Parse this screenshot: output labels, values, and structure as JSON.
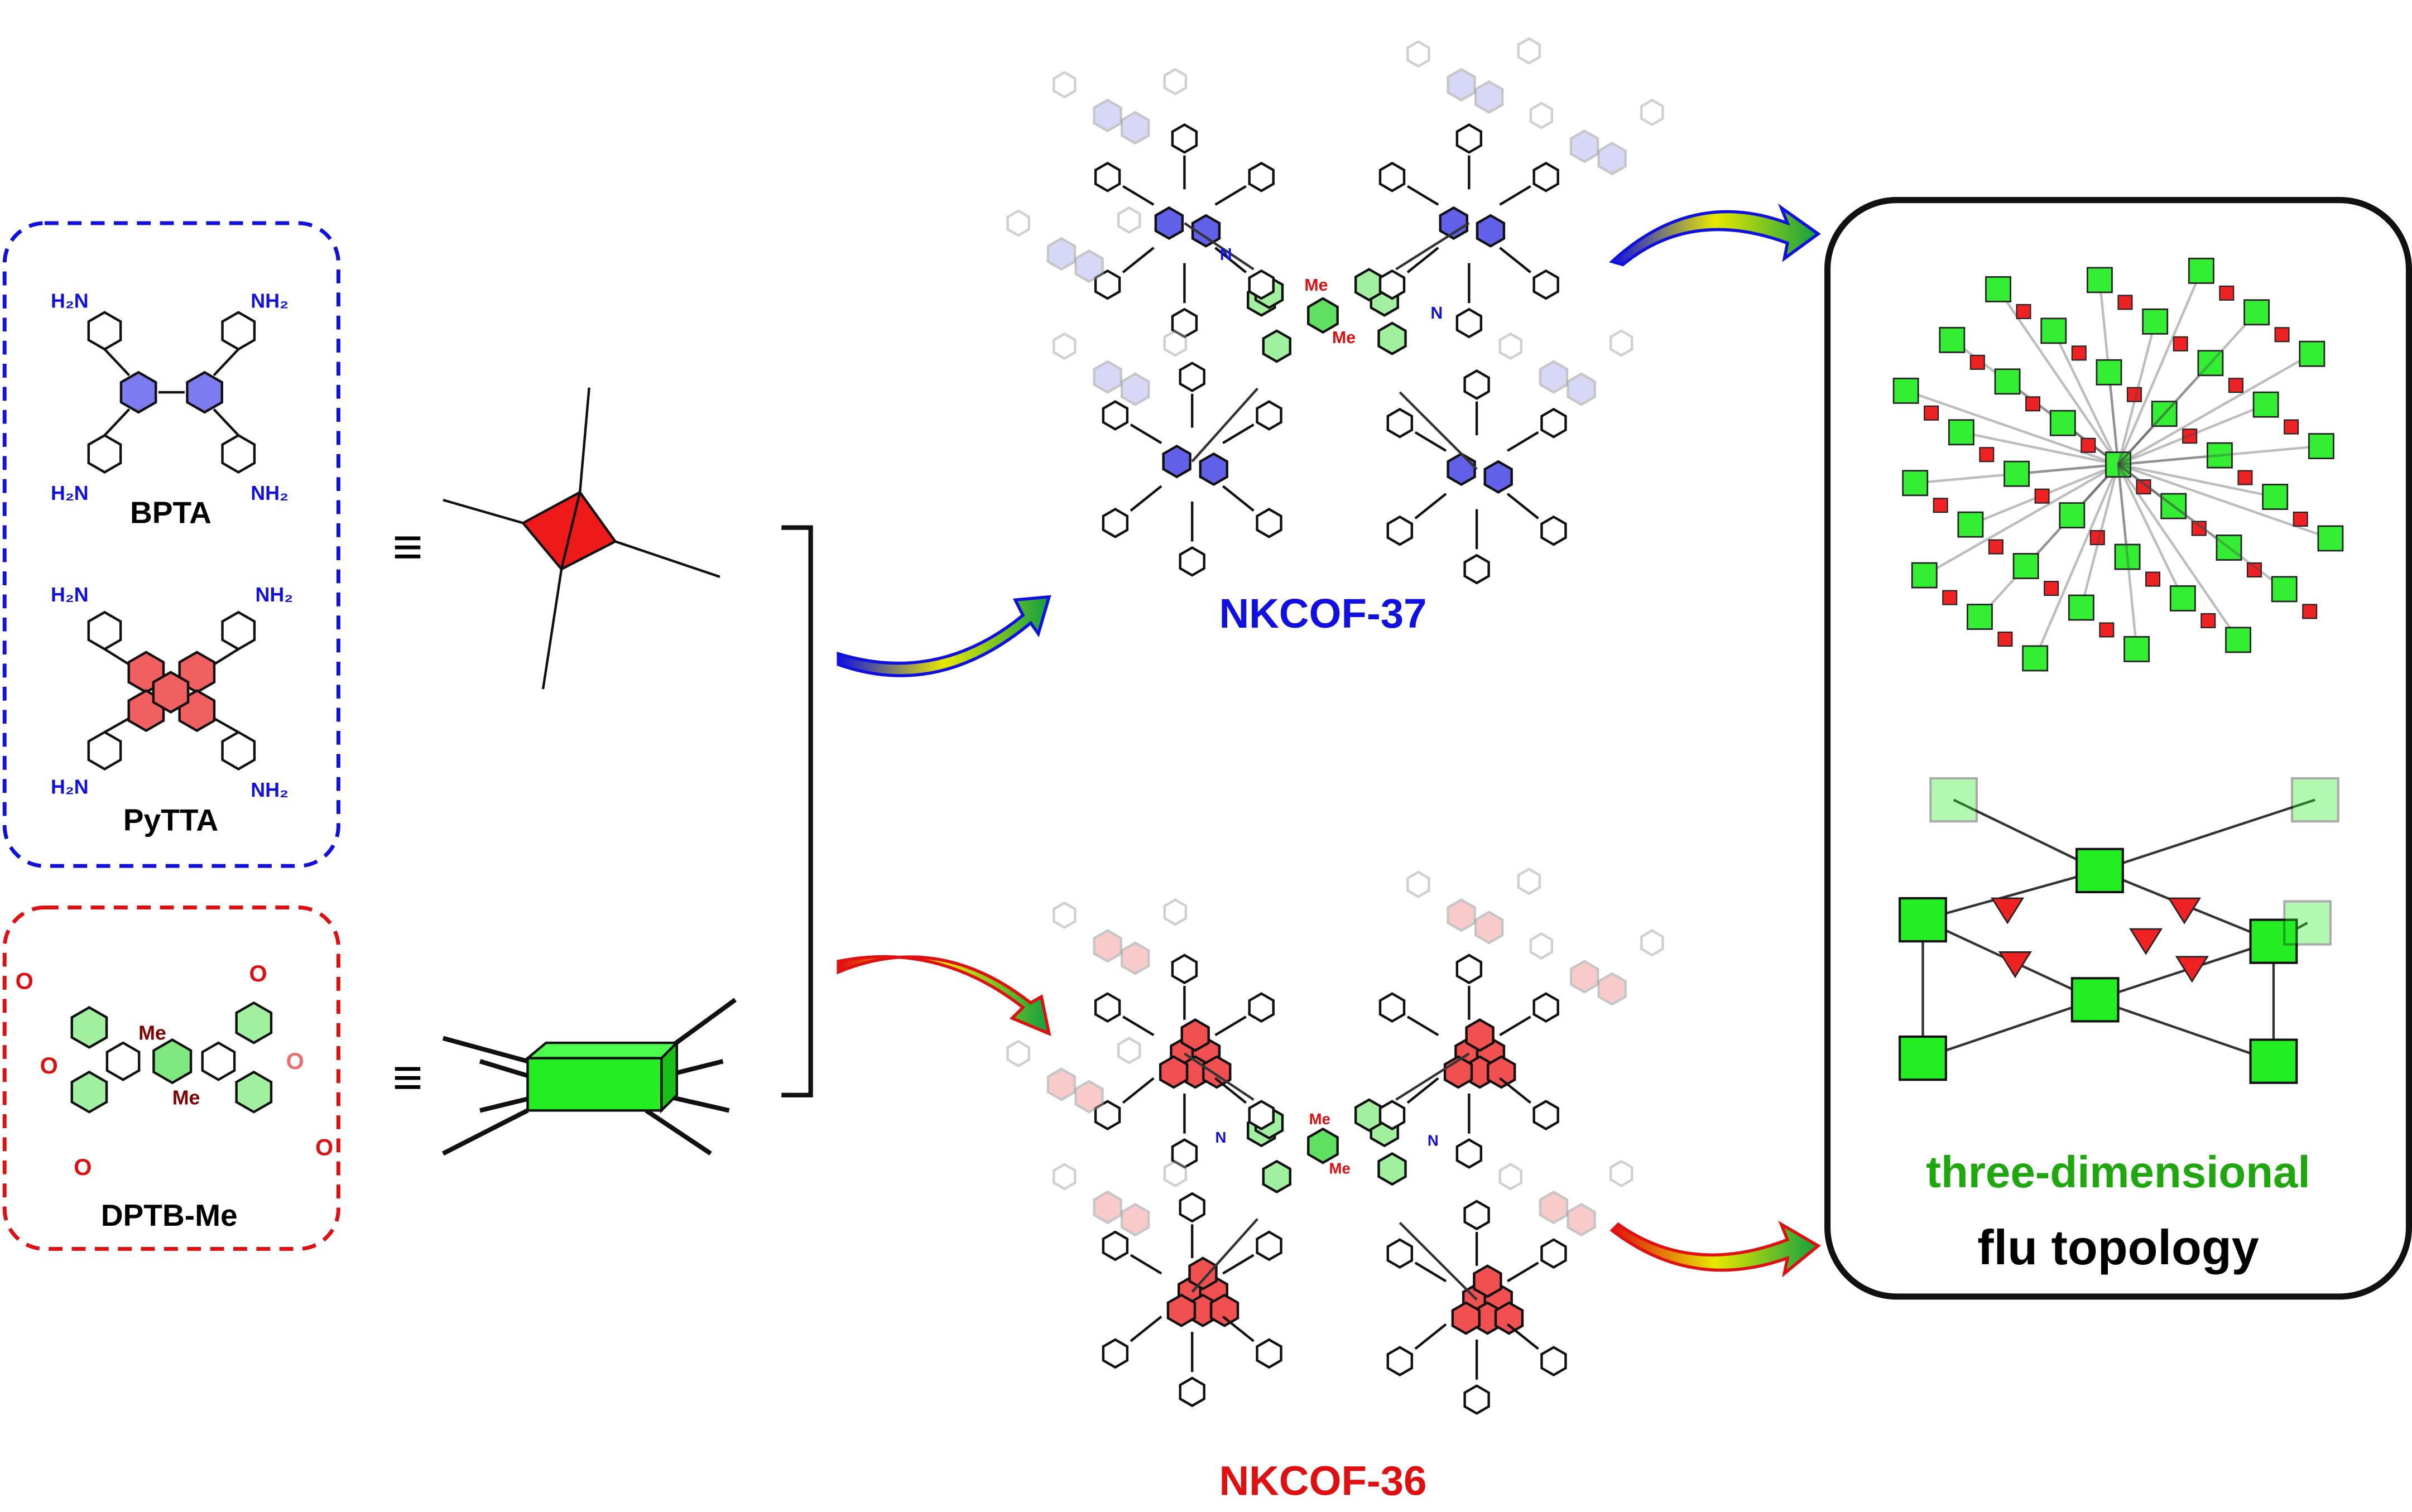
{
  "monomers": {
    "bpta": {
      "label": "BPTA",
      "amine_left": "H₂N",
      "amine_right": "NH₂"
    },
    "pytta": {
      "label": "PyTTA",
      "amine_left": "H₂N",
      "amine_right": "NH₂"
    },
    "dptb": {
      "label": "DPTB-Me",
      "methyl": "Me",
      "aldehyde_o": "O"
    }
  },
  "equivalence_symbol": "≡",
  "products": {
    "cof37": {
      "label": "NKCOF-37",
      "methyl": "Me",
      "imine_n": "N"
    },
    "cof36": {
      "label": "NKCOF-36",
      "methyl": "Me",
      "imine_n": "N"
    }
  },
  "topology": {
    "line1": "three-dimensional",
    "line2": "flu topology"
  },
  "colors": {
    "blue": "#1010e0",
    "red": "#e01010",
    "green": "#22ee22",
    "label_green": "#1ea80e",
    "dark_red": "#800000"
  }
}
